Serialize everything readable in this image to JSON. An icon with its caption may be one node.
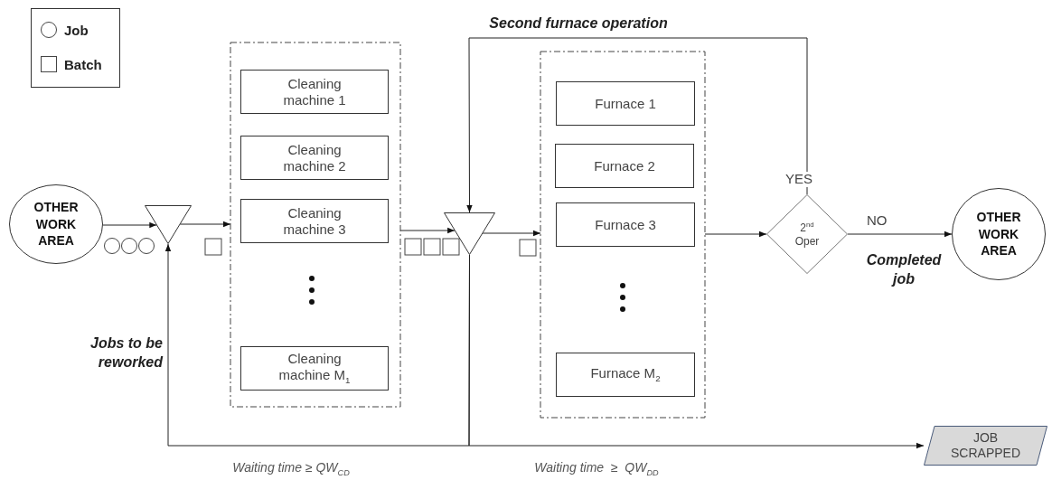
{
  "diagram": {
    "nodes": [
      {
        "text": [
          "OTHER WORK AREA"
        ]
      },
      {
        "text": [],
        "shape": "triangle"
      },
      {
        "text": [],
        "shape": "box"
      },
      {
        "text": [
          "Cleaning machine 1"
        ],
        "in": 2
      },
      {
        "text": [
          "Cleaning machine 2"
        ],
        "in": 2
      },
      {
        "text": [
          "Cleaning machine 3"
        ],
        "in": 2
      },
      {
        "text": [
          "Cleaning machine M$_{1}$"
        ],
        "in": 2
      },
      {
        "text": [],
        "shape": "triangle"
      },
      {
        "text": [],
        "shape": "box"
      },
      {
        "text": [
          "Furnace 1"
        ],
        "in": 8
      },
      {
        "text": [
          "Furnace 2"
        ],
        "in": 8
      },
      {
        "text": [
          "Furnace 3"
        ],
        "in": 8
      },
      {
        "text": [
          "Furnace M$_{2}$"
        ],
        "in": 8
      },
      {
        "text": [
          "2$^{nd}$ Oper"
        ]
      },
      {
        "text": [
          "OTHER WORK AREA"
        ]
      },
      {
        "text": [
          "JOB SCRAPPED"
        ]
      }
    ],
    "edges": [
      {
        "from": 0,
        "to": 1,
        "arrow": "to"
      },
      {
        "from": 1,
        "to": 2,
        "arrow": "to"
      },
      {
        "from": 2,
        "to": 7,
        "arrow": "to"
      },
      {
        "from": 7,
        "to": 8,
        "arrow": "to"
      },
      {
        "from": 8,
        "to": 13,
        "arrow": "to"
      },
      {
        "from": 13,
        "to": 14,
        "arrow": "to",
        "label": "NO"
      },
      {
        "from": 13,
        "to": 7,
        "arrow": "to",
        "label": "YES"
      },
      {
        "from": 7,
        "to": 1,
        "arrow": "to"
      },
      {
        "from": 7,
        "to": 15,
        "arrow": "to"
      }
    ],
    "labels": [
      "Second furnace operation",
      "Completed job",
      "Jobs to be reworked",
      "Waiting time ≥ QW$_{CD}$",
      "Waiting time  ≥  QW$_{DD}$"
    ],
    "legend": [
      {
        "text": "Job"
      },
      {
        "text": "Batch"
      }
    ]
  }
}
